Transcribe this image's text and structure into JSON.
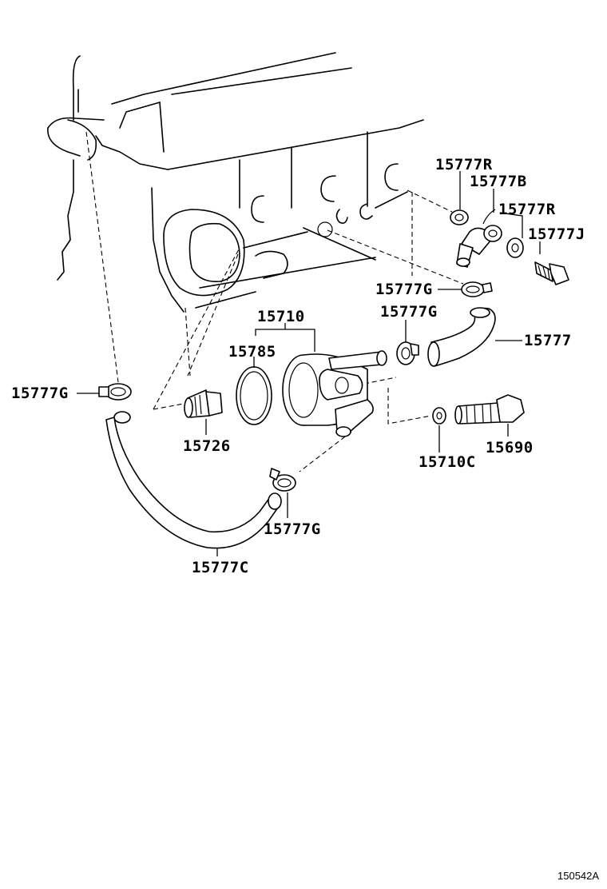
{
  "diagram": {
    "parts": [
      {
        "id": "p_15777R_a",
        "code": "15777R"
      },
      {
        "id": "p_15777B",
        "code": "15777B"
      },
      {
        "id": "p_15777R_b",
        "code": "15777R"
      },
      {
        "id": "p_15777J",
        "code": "15777J"
      },
      {
        "id": "p_15777G_a",
        "code": "15777G"
      },
      {
        "id": "p_15710",
        "code": "15710"
      },
      {
        "id": "p_15777G_b",
        "code": "15777G"
      },
      {
        "id": "p_15785",
        "code": "15785"
      },
      {
        "id": "p_15777",
        "code": "15777"
      },
      {
        "id": "p_15777G_c",
        "code": "15777G"
      },
      {
        "id": "p_15726",
        "code": "15726"
      },
      {
        "id": "p_15710C",
        "code": "15710C"
      },
      {
        "id": "p_15690",
        "code": "15690"
      },
      {
        "id": "p_15777G_d",
        "code": "15777G"
      },
      {
        "id": "p_15777C",
        "code": "15777C"
      }
    ],
    "reference": "150542A"
  }
}
